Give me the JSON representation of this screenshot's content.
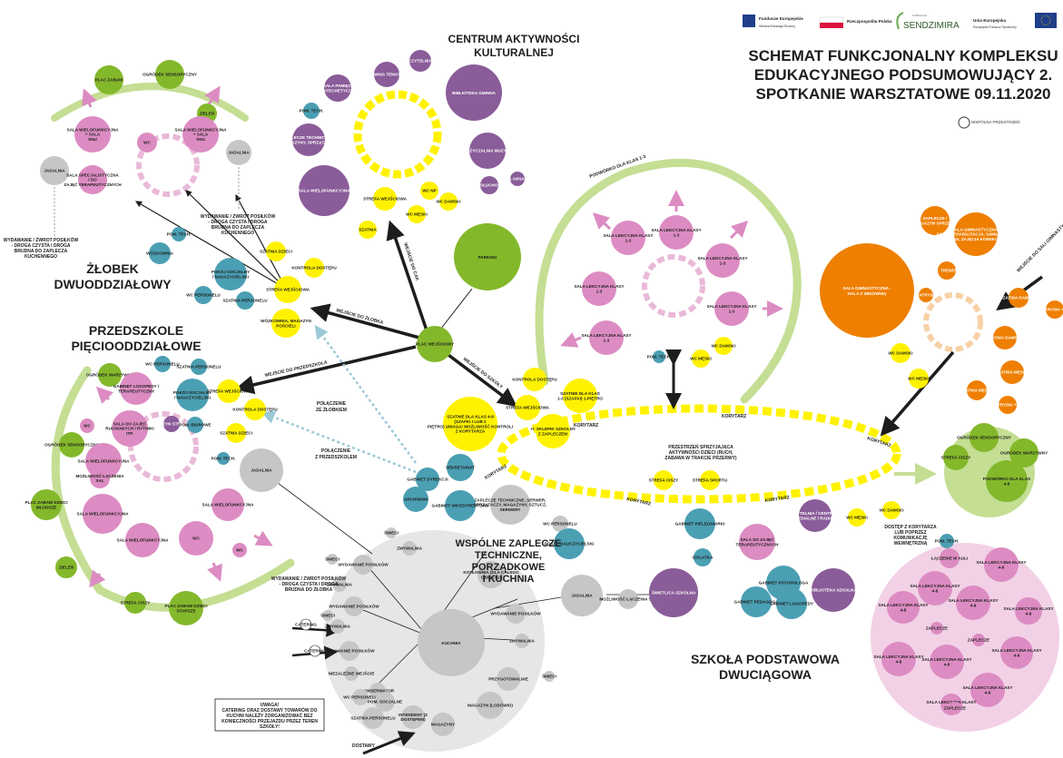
{
  "header": {
    "title_lines": [
      "SCHEMAT FUNKCJONALNY KOMPLEKSU",
      "EDUKACYJNEGO PODSUMOWUJĄCY 2.",
      "SPOTKANIE WARSZTATOWE 09.11.2020"
    ],
    "logos": [
      {
        "name": "Fundusze Europejskie",
        "sub": "Wiedza Edukacja Rozwój"
      },
      {
        "name": "Rzeczpospolita Polska"
      },
      {
        "name": "SENDZIMIRA",
        "sub": "FUNDACJA"
      },
      {
        "name": "Unia Europejska",
        "sub": "Europejski Fundusz Społeczny"
      }
    ],
    "wspolna_logo": {
      "name": "WSPÓLNA PRZESTRZEŃ"
    }
  },
  "zones": {
    "zlobek": {
      "title_lines": [
        "ŻŁOBEK",
        "DWUODDZIAŁOWY"
      ]
    },
    "przedszkole": {
      "title_lines": [
        "PRZEDSZKOLE",
        "PIĘCIOODDZIAŁOWE"
      ]
    },
    "centrum": {
      "title_lines": [
        "CENTRUM AKTYWNOŚCI",
        "KULTURALNEJ"
      ]
    },
    "zaplecze": {
      "title_lines": [
        "WSPÓLNE ZAPLECZE",
        "TECHNICZNE,",
        "PORZĄDKOWE",
        "I KUCHNIA"
      ]
    },
    "szkola": {
      "title_lines": [
        "SZKOŁA PODSTAWOWA",
        "DWUCIĄGOWA"
      ]
    }
  },
  "arrow_labels": {
    "wejscie_zlobek": "WEJŚCIE DO ŻŁOBKA",
    "wejscie_przedszkole": "WEJŚCIE DO PRZEDSZKOLA",
    "wejscie_szkola": "WEJŚCIE DO SZKOŁY",
    "wejscie_cak": "WEJŚCIE DO CAK",
    "polaczenie_zlobek": [
      "POŁĄCZENIE",
      "ZE ŻŁOBKIEM"
    ],
    "polaczenie_przedszkole": [
      "POŁĄCZENIE",
      "Z PRZEDSZKOLEM"
    ],
    "podworko_klas": "PODWÓRKO DLA KLAS 1-3",
    "wejscie_sala_gim": "WEJŚCIE DO SALI GIMNASTYCZNEJ",
    "korytarz": "KORYTARZ",
    "dostawy": "DOSTAWY"
  },
  "notes": {
    "wydawanie_zlobek_left": [
      "WYDAWANIE / ZWROT POSIŁKÓW",
      "- DROGA CZYSTA I DROGA",
      "BRUDNA DO ZAPLECZA",
      "KUCHENNEGO"
    ],
    "wydawanie_zlobek_right": [
      "WYDAWANIE / ZWROT POSIŁKÓW",
      "- DROGA CZYSTA I DROGA",
      "BRUDNA DO ZAPLECZA",
      "KUCHENNEGO"
    ],
    "wydawanie_kuchnia": [
      "WYDAWANIE / ZWROT POSIŁKÓW",
      "- DROGA CZYSTA I DROGA",
      "BRUDNA DO ŻŁOBKA"
    ],
    "przestrzen": [
      "PRZESTRZEŃ SPRZYJAJĄCA",
      "AKTYWNOŚCI DZIECI (RUCH,",
      "ZABAWA W TRAKCIE PRZERWY)"
    ],
    "dostep_korytarz": [
      "DOSTĘP Z KORYTARZA",
      "LUB POPRZEZ",
      "KOMUNIKACJĘ",
      "WEWNĘTRZNĄ"
    ],
    "uwaga": [
      "UWAGA!",
      "CATERING ORAZ DOSTAWY TOWARÓW DO",
      "KUCHNI NALEŻY ZORGANIZOWAĆ BEZ",
      "KONIECZNOŚCI PRZEJAZDU PRZEZ TEREN",
      "SZKOŁY!"
    ]
  },
  "nodes": {
    "plac_zabaw_z": "PLAC ZABAW",
    "ogrodek_z": "OGRÓDEK SENSORYCZNY",
    "zieleń_z": "ZIELEŃ",
    "sala_wielo_z1": "SALA WIELOFUNKCYJNA + SALA SNU",
    "wc_z": "WC",
    "sala_wielo_z2": "SALA WIELOFUNKCYJNA + SALA SNU",
    "jadalnia_z_l": "JADALNIA",
    "sala_spec_z": "SALA SPECJALISTYCZNA / DO ZAJĘĆ TERAPEUTYCZNYCH",
    "jadalnia_z_r": "JADALNIA",
    "wozkownia": "WÓZKOWNIA",
    "pom_tech_z": "POM. TECH.",
    "pokoj_socjalny_z": "POKÓJ SOCJALNY / NAUCZYCIELSKI",
    "wc_pers_z": "WC PERSONELU",
    "szatnia_pers_z": "SZATNIA PERSONELU",
    "szatnia_dzieci_z": "SZATNIA DZIECI",
    "kontrola_z": "KONTROLA DOSTĘPU",
    "strefa_wej_z": "STREFA WEJŚCIOWA",
    "wozkownia_mag": "WÓZKOWNIA, MAGAZYN POŚCIELI",
    "sala_pamieci": "SALA PAMIĘCI / KATECHETYCZNA",
    "pracownia": "PRACOWNIA TEMATYCZNA",
    "czytelnia": "CZYTELNIA",
    "biblioteka_gm": "BIBLIOTEKA GMINNA",
    "zaplecze_tech_c": "ZAPLECZE TECHNICZNE, MAGAZYNY, SPRZĄTACZY",
    "pom_tech_c": "POM. TECH.",
    "wypozyczalnia": "WYPOŻYCZALNIA MUZYCZNA",
    "sala_wielo_c": "SALA WIELOFUNKCYJNA",
    "sala_ansambli": "SALA ANSAMBLI",
    "odsluchowa": "ODSŁUCHOWA",
    "strefa_wej_c": "STREFA WEJŚCIOWA",
    "wc_np_c": "WC NP",
    "wc_damski_c": "WC DAMSKI",
    "wc_meski_c": "WC MĘSKI",
    "szatnia_c": "SZATNIA",
    "parking": "PARKING",
    "plac_wejsciowy": "PLAC WEJŚCIOWY",
    "sala_lek_1": "SALA LEKCYJNA KLASY 1-3",
    "sala_lek_2": "SALA LEKCYJNA KLASY 1-3",
    "sala_lek_3": "SALA LEKCYJNA KLASY 1-3",
    "sala_lek_4": "SALA LEKCYJNA KLASY 1-3",
    "sala_lek_5": "SALA LEKCYJNA KLASY 1-3",
    "sala_lek_6": "SALA LEKCYJNA KLASY 1-3",
    "pom_tech_s": "POM. TECH.",
    "wc_meski_s": "WC MĘSKI",
    "wc_damski_s": "WC DAMSKI",
    "zaplecze_mag_sport": "ZAPLECZE / MAGAZYN SPRZĘTU",
    "sala_gim_rehab": "SALA GIMNASTYCZNA - SALA (REHABILITACJA, GIMNASTYKA, FITNESS, ZAJĘCIA KOREKCYJNE)",
    "sala_gim_hala": "SALA GIMNASTYCZNA - HALA Z WIDOWNIĄ",
    "pok_trenerow": "POK. TRENERÓW",
    "natrysk": "NATRYSK",
    "szatnia_damska_1": "SZATNIA DAMSKA",
    "szatnia_damska_2": "SZATNIA DAMSKA",
    "natryski_wc": "NATRYSKI +WC",
    "wc_damski_g": "WC DAMSKI",
    "wc_meski_g": "WC MĘSKI",
    "szatnia_meska_1": "SZATNIA MĘSKA",
    "szatnia_meska_2": "SZATNIA MĘSKA",
    "natrysk_wc_g": "NATRYSKI +WC",
    "ogrodek_sens_g": "OGRÓDEK SENSORYCZNY",
    "ogrodek_warzywny_g": "OGRÓDEK WARZYWNY",
    "strefa_ciszy_g": "STREFA CISZY",
    "podworko_klas_4_8": "PODWÓRKO DLA KLAS 4-8",
    "ogrodek_warzywny_p": "OGRÓDEK WARZYWNY",
    "gabinet_logopedy": "GABINET LOGOPEDY / TERAPEUTYCZNY",
    "wc_p1": "WC PERSONELU",
    "szatnia_pers_p": "SZATNIA PERSONELU",
    "pokoj_socjalny_p": "POKÓJ SOCJALNY / NAUCZYCIELSKI",
    "strefa_wej_p": "STREFA WEJŚCIOWA",
    "kontrola_p": "KONTROLA DOSTĘPU",
    "sala_do_zajec": "SALA DO ZAJĘĆ RUCHOWYCH / RYTMIKI ITP.",
    "magazyn_strojow": "MAGAZYN STROJÓW",
    "pom_biurowe": "POM. BIUROWE",
    "szatnia_dzieci_p": "SZATNIA DZIECI",
    "ogrodek_sens_p": "OGRÓDEK SENSORYCZNY",
    "wc_p2": "WC",
    "sala_wielo_p1": "SALA WIELOFUNKCYJNA",
    "mozliwosc_laczenia": "MOŻLIWOŚĆ ŁĄCZENIA SAL",
    "pom_tech_p": "POM. TECH.",
    "jadalnia_p": "JADALNIA",
    "plac_zabaw_mlodsze": "PLAC ZABAW DZIECI MŁODSZE",
    "sala_wielo_p2": "SALA WIELOFUNKCYJNA",
    "sala_wielo_p3": "SALA WIELOFUNKCYJNA",
    "sala_wielo_p4": "SALA WIELOFUNKCYJNA",
    "wc_p3": "WC",
    "wc_p4": "WC",
    "zielen_p": "ZIELEŃ",
    "strefa_ciszy_p": "STREFA CISZY",
    "plac_zabaw_starsze": "PLAC ZABAW DZIECI STARSZE",
    "kontrola_s": "KONTROLA DOSTĘPU",
    "strefa_wej_s": "STREFA WEJŚCIOWA",
    "szatnia_dla_klas": "SZATNIE DLA KLAS 1-3 (SZAFKI) 1-PIĘTRO",
    "szatnie_klas_4_8": "SZATNIE DLA KLAS 4-8 (SZAFKI I LUB 2 PIĘTRO) UWAGA! MOŻLIWOŚĆ KONTROLI Z KORYTARZA",
    "sklepik": "+/- SKLEPIK SZKOLNY Z ZAPLECZEM",
    "gabinet_dyrekcji": "GABINET DYREKCJI",
    "sekretariat": "SEKRETARIAT",
    "archiwum": "ARCHIWUM",
    "gabinet_wicedyrektora": "GABINET WICEDYREKTORA",
    "zaplecze_tech_s": "ZAPLECZE TECHNICZNE, SERWER, SPRZĄTACZY, MAGAZYNY, SZTUCZ. SERWERY",
    "wc_pers_s": "WC PERSONELU",
    "pokoj_nauczycielski": "POKÓJ NAUCZYCIELSKI",
    "strefa_ciszy_s": "STREFA CISZY",
    "strefa_sportu": "STREFA SPORTU",
    "gabinet_pielegniarki": "GABINET PIELĘGNIARKI",
    "izolatka": "IZOLATKA",
    "sala_terapeutyczna": "SALA DO ZAJĘĆ TERAPEUTYCZNYCH",
    "czytelnia_s": "CZYTELNIA / CENTRUM MULTIMEDIALNE / RADIOWĘZEŁ",
    "wc_meski_s2": "WC MĘSKI",
    "wc_damski_s2": "WC DAMSKI",
    "gabinet_psychologa": "GABINET PSYCHOLOGA",
    "gabinet_pedagoga": "GABINET PEDAGOGA",
    "gabinet_logopedy_s": "GABINET LOGOPEDY",
    "biblioteka_szk": "BIBLIOTEKA SZKOLNA",
    "jadalnia_s": "JADALNIA",
    "mozliwosc_laczenia_s": "MOŻLIWOŚĆ ŁĄCZENIA SAL",
    "swietlica": "ŚWIETLICA SZKOLNA",
    "pom_tech_k": "POM. TECH.",
    "laczenie_w_auli": "ŁĄCZENIE W AULI",
    "sala_lek_48_1": "SALA LEKCYJNA KLASY 4-8",
    "sala_lek_48_2": "SALA LEKCYJNA KLASY 4-8",
    "sala_lek_48_3": "SALA LEKCYJNA KLASY 4-8",
    "sala_lek_48_4": "SALA LEKCYJNA KLASY 4-8",
    "sala_lek_48_5": "SALA LEKCYJNA KLASY 4-8",
    "sala_lek_48_6": "SALA LEKCYJNA KLASY 4-8",
    "sala_lek_48_7": "SALA LEKCYJNA KLASY 4-8",
    "sala_lek_48_8": "SALA LEKCYJNA KLASY 4-8",
    "sala_lek_48_9": "SALA LEKCYJNA KLASY 4-8",
    "sala_lek_48_10": "SALA LEKCYJNA KLASY 4-8",
    "zaplecze_1": "ZAPLECZE",
    "zaplecze_2": "ZAPLECZE",
    "zaplecze_3": "ZAPLECZE",
    "kuchnia": "KUCHNIA",
    "kotlownia": "KOTŁOWNIA (DLA CAŁEGO OBIEKTU)",
    "wydawanie_pos_1": "WYDAWANIE POSIŁKÓW",
    "wydawanie_pos_2": "WYDAWANIE POSIŁKÓW",
    "wydawanie_pos_3": "WYDAWANIE POSIŁKÓW",
    "wydawanie_pos_4": "WYDAWANIE POSIŁKÓW",
    "zmywalnia_1": "ZMYWALNIA",
    "zmywalnia_2": "ZMYWALNIA",
    "zmywalnia_3": "ZMYWALNIA",
    "zmywalnia_4": "ZMYWALNIA",
    "smieci_1": "ŚMIECI",
    "smieci_2": "ŚMIECI",
    "smieci_3": "ŚMIECI",
    "smieci_4": "ŚMIECI",
    "catering_1": "CATERING",
    "catering_2": "CATERING",
    "niezalezne_wejscie": "NIEZALEŻNE WEJŚCIE",
    "konserwator": "KONSERWATOR",
    "wc_pers_k": "WC PERSONELU",
    "pom_socjalne": "POM. SOCJALNE",
    "szatnia_pers_k": "SZATNIA PERSONELU",
    "intendent": "INTENDENT (Z DOSTĘPEM)",
    "magazyny": "MAGAZYNY",
    "magazyn_lodowki": "MAGAZYN (LODÓWKI)",
    "przygotowalnie": "PRZYGOTOWALNIE"
  }
}
